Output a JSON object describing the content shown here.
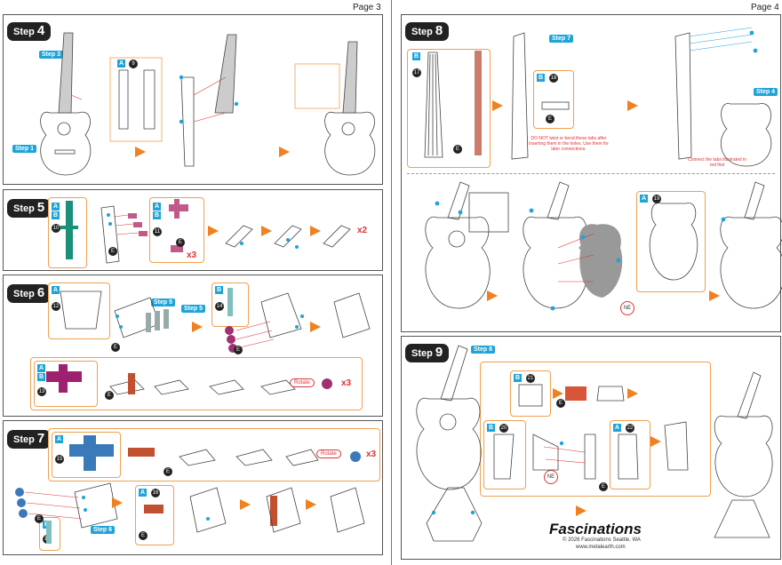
{
  "pages": {
    "left": "Page 3",
    "right": "Page 4"
  },
  "steps": {
    "s4": {
      "label": "Step",
      "number": "4",
      "tag_a": "Step 3",
      "tag_b": "Step 1",
      "sheet": "A",
      "piece": "9"
    },
    "s5": {
      "label": "Step",
      "number": "5",
      "sheet_a": "A",
      "sheet_b": "B",
      "piece_a": "10",
      "piece_b": "11",
      "count_a": "x3",
      "count_b": "x2"
    },
    "s6": {
      "label": "Step",
      "number": "6",
      "sheet_a": "A",
      "piece_a": "12",
      "tag_a": "Step 5",
      "tag_b": "Step 5",
      "sheet_b": "B",
      "piece_b": "14",
      "sheet_c": "A",
      "sheet_d": "B",
      "piece_c": "13",
      "rotate": "Rotate",
      "count": "x3"
    },
    "s7": {
      "label": "Step",
      "number": "7",
      "sheet_a": "A",
      "piece_a": "15",
      "rotate": "Rotate",
      "count": "x3",
      "sheet_b": "A",
      "piece_b": "16",
      "tag": "Step 6",
      "sheet_c": "B",
      "piece_c": "14"
    },
    "s8": {
      "label": "Step",
      "number": "8",
      "tag_a": "Step 7",
      "sheet_a": "B",
      "piece_a": "17",
      "sheet_b": "B",
      "piece_b": "18",
      "warning": "DO NOT twist or bend these tabs after inserting them in the holes. Use them for later connections.",
      "connect": "Connect the tabs illustrated in red first",
      "tag_b": "Step 4",
      "sheet_c": "A",
      "piece_c": "19",
      "ne": "NE"
    },
    "s9": {
      "label": "Step",
      "number": "9",
      "tag": "Step 8",
      "sheet_a": "B",
      "piece_a": "21",
      "sheet_b": "B",
      "piece_b": "20",
      "sheet_c": "A",
      "piece_c": "22",
      "ne": "NE"
    }
  },
  "footer": {
    "brand": "Fascinations",
    "copyright": "© 2026 Fascinations Seattle, WA",
    "site": "www.metalearth.com"
  },
  "colors": {
    "accent": "#1ea4d8",
    "arrow": "#f08020",
    "warning": "#dd3333",
    "frame": "#f0a050"
  }
}
